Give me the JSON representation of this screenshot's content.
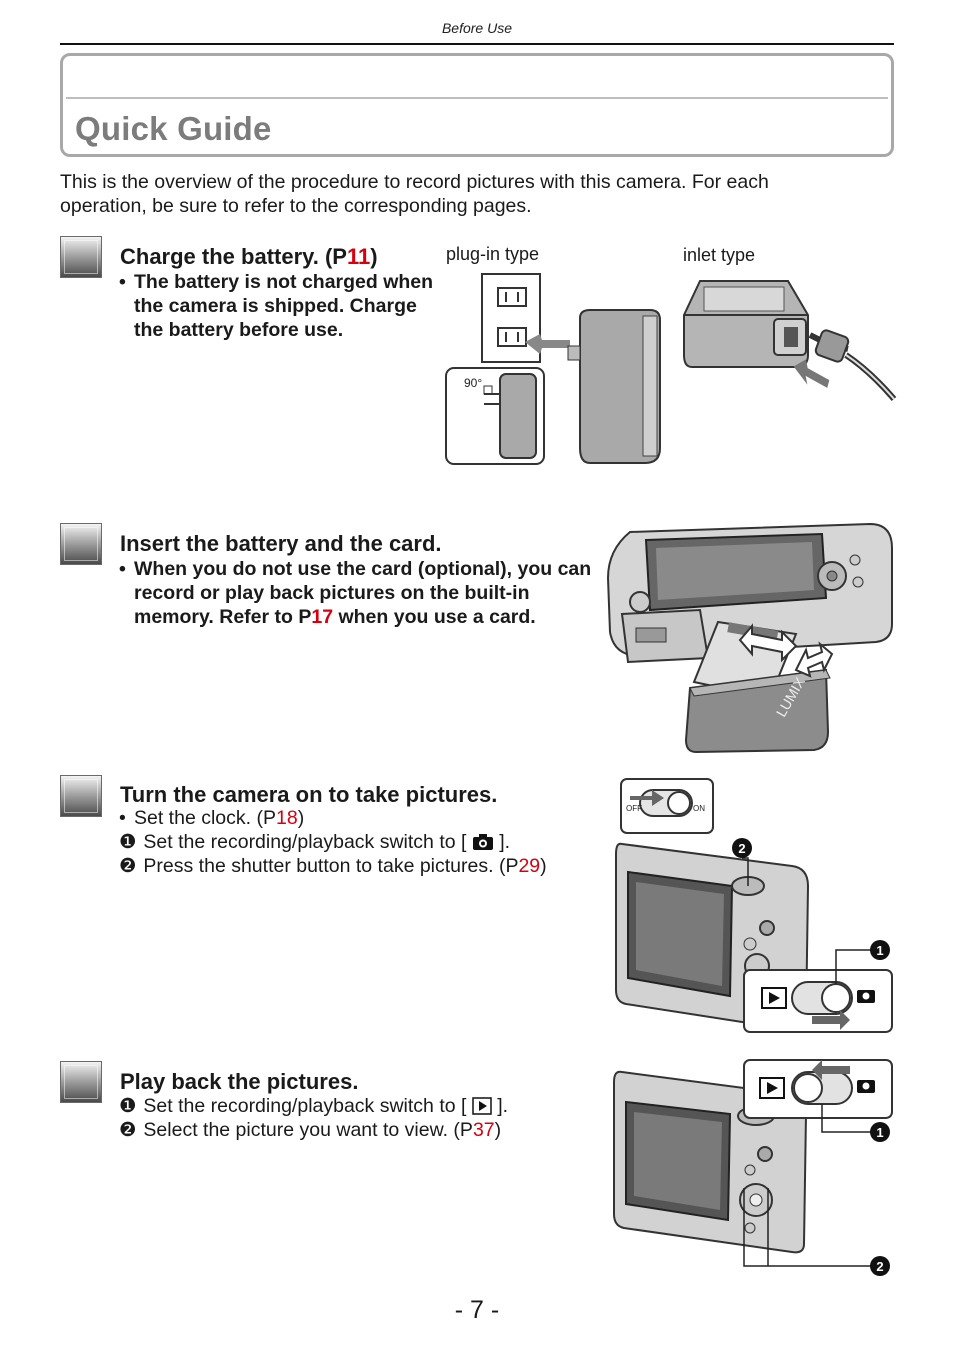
{
  "header": {
    "section": "Before Use"
  },
  "title": "Quick Guide",
  "intro": "This is the overview of the procedure to record pictures with this camera. For each operation, be sure to refer to the corresponding pages.",
  "steps": [
    {
      "title_pre": "Charge the battery. (P",
      "title_ref": "11",
      "title_post": ")",
      "bullet": "The battery is not charged when the camera is shipped. Charge the battery before use.",
      "captions": {
        "plug_in": "plug-in type",
        "inlet": "inlet type",
        "angle": "90°"
      }
    },
    {
      "title": "Insert the battery and the card.",
      "bullet_pre": "When you do not use the card (optional), you can record or play back pictures on the built-in memory. Refer to P",
      "bullet_ref": "17",
      "bullet_post": " when you use a card.",
      "brand": "LUMIX"
    },
    {
      "title": "Turn the camera on to take pictures.",
      "clock_pre": "Set the clock. (P",
      "clock_ref": "18",
      "clock_post": ")",
      "item1_num": "❶",
      "item1_pre": "Set the recording/playback switch to [",
      "item1_post": "].",
      "item2_num": "❷",
      "item2_pre": "Press the shutter button to take pictures. (P",
      "item2_ref": "29",
      "item2_post": ")",
      "switch_off": "OFF",
      "switch_on": "ON",
      "callout1": "❶",
      "callout2": "❷"
    },
    {
      "title": "Play back the pictures.",
      "item1_num": "❶",
      "item1_pre": "Set the recording/playback switch to [",
      "item1_post": "].",
      "item2_num": "❷",
      "item2_pre": "Select the picture you want to view. (P",
      "item2_ref": "37",
      "item2_post": ")",
      "callout1": "❶",
      "callout2": "❷"
    }
  ],
  "page_number": "- 7 -",
  "colors": {
    "link_red": "#d8000f",
    "title_gray": "#7c7c7c",
    "frame_gray": "#a8a8a8"
  }
}
